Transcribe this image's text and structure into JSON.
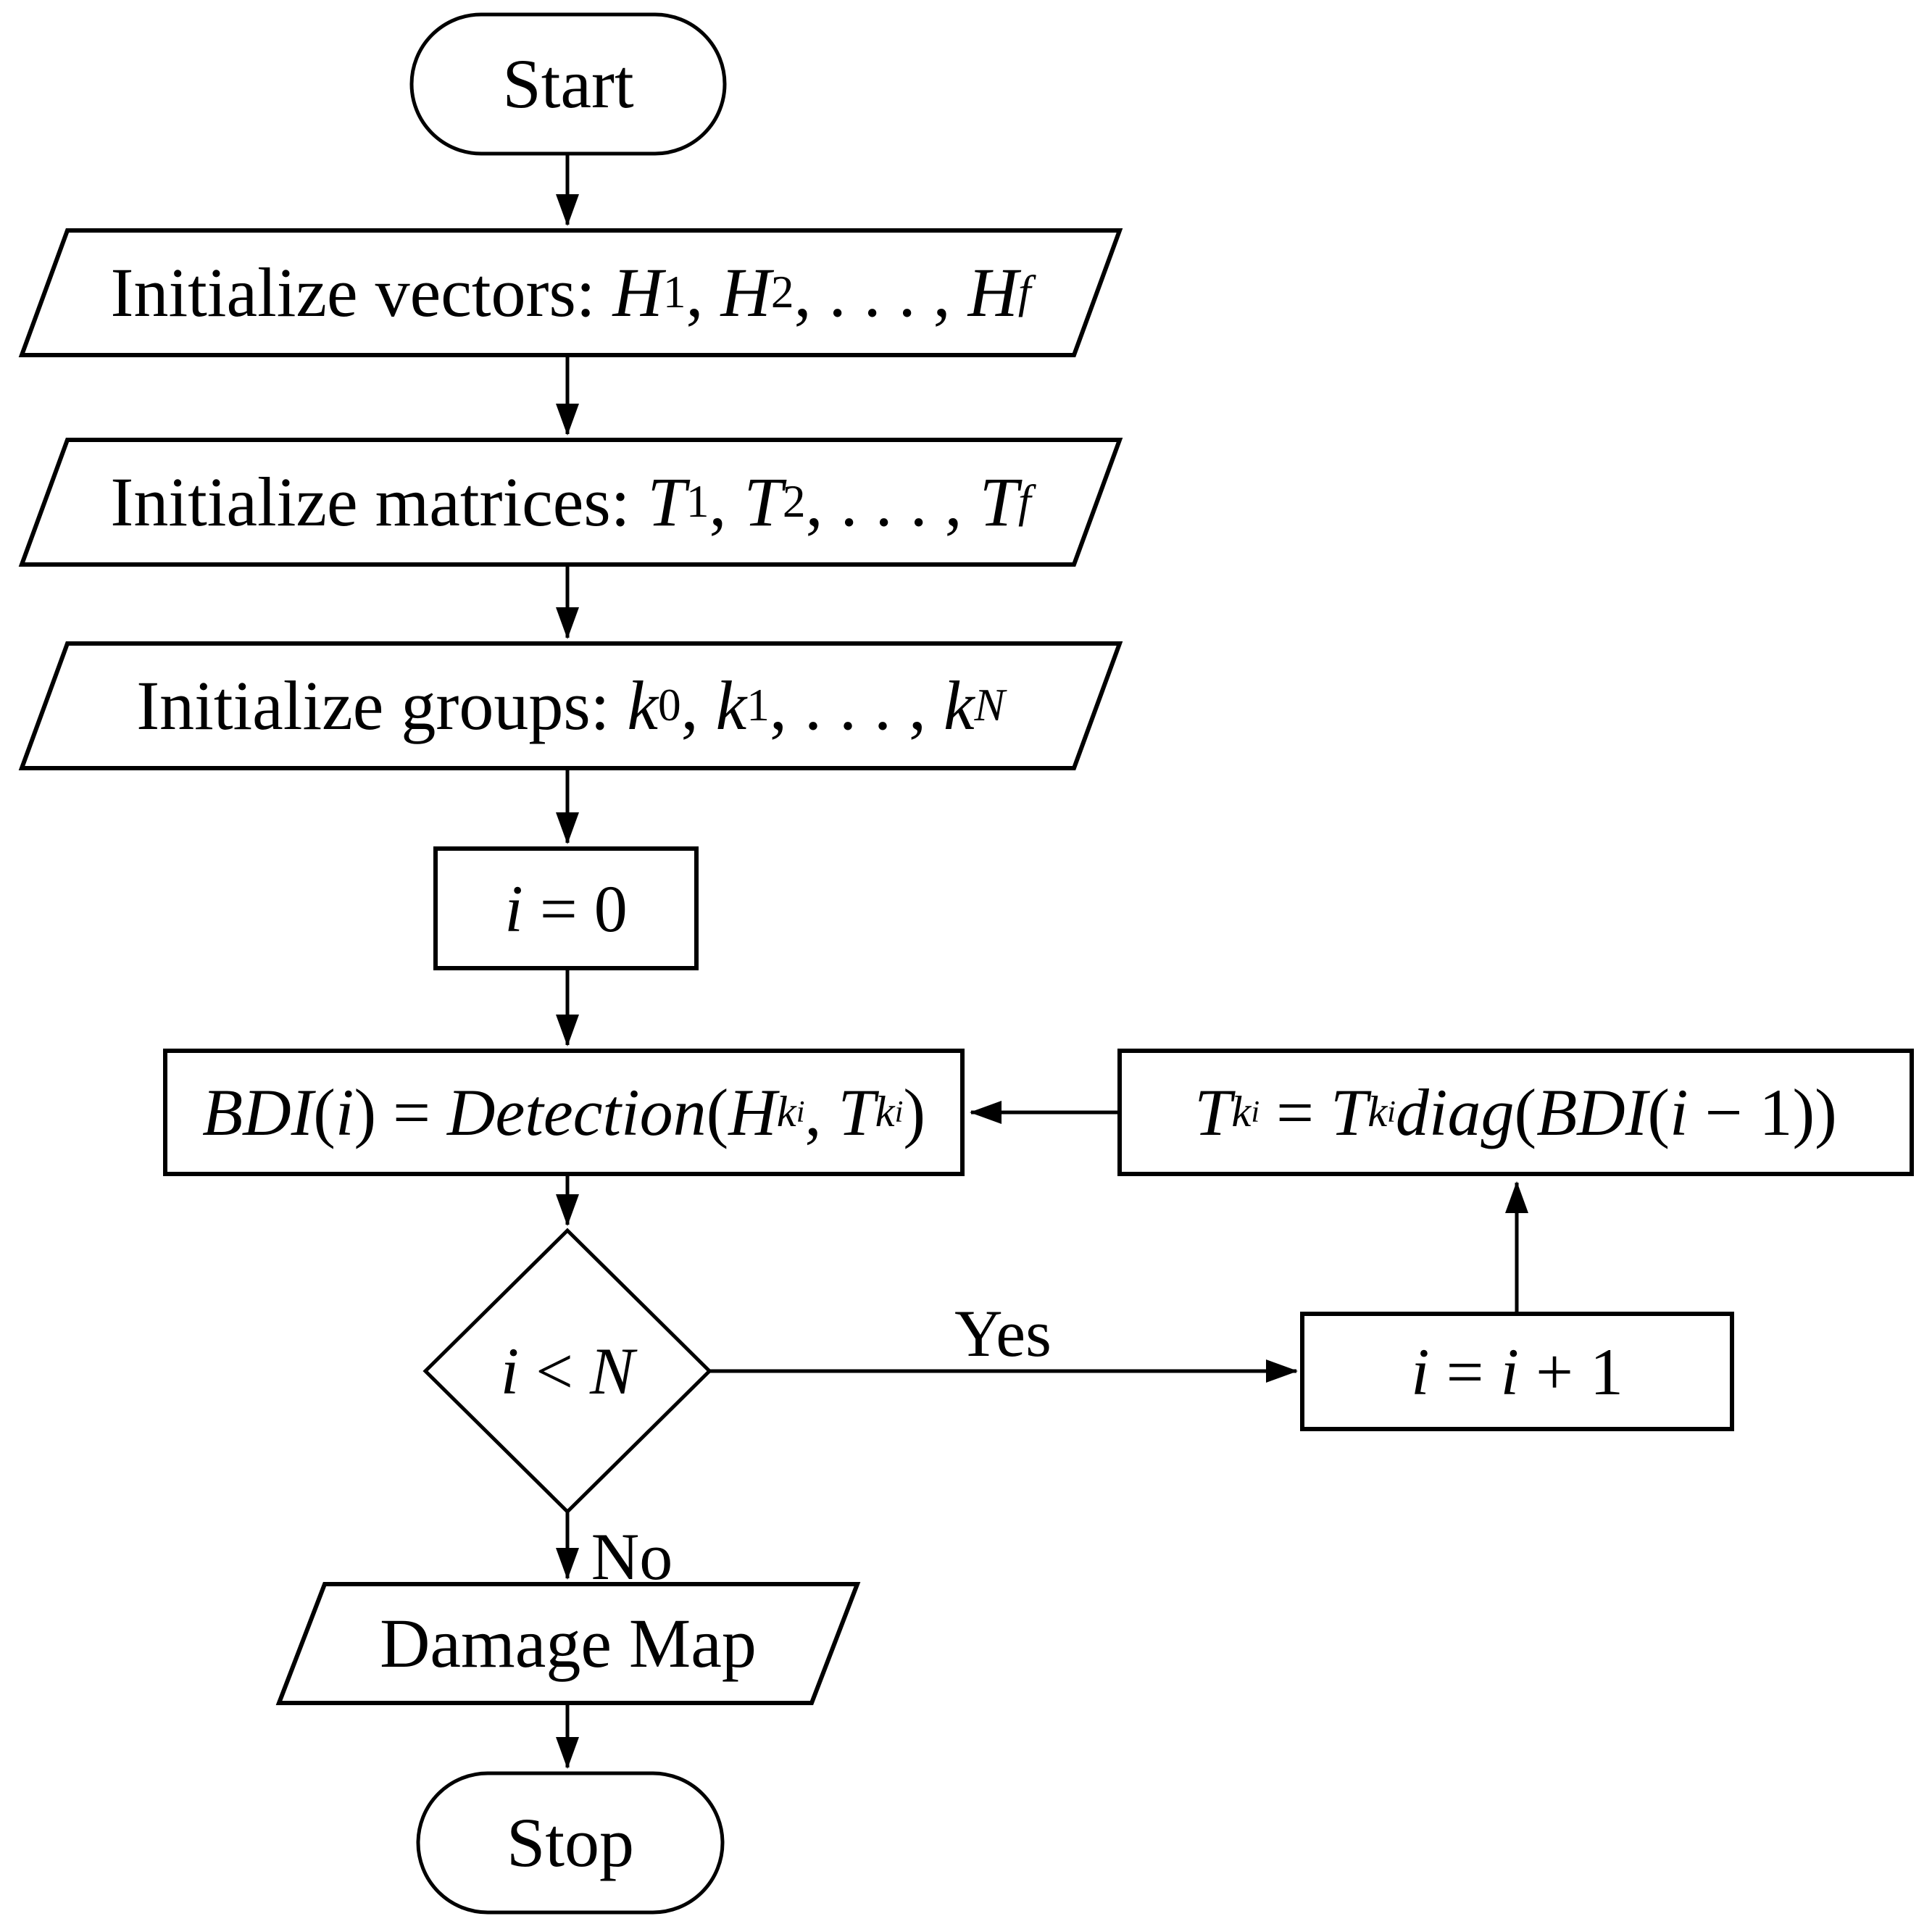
{
  "figure": {
    "kind": "flowchart",
    "background_color": "#ffffff",
    "line_color": "#000000",
    "text_color": "#000000"
  },
  "nodes": [
    {
      "id": "start",
      "shape": "terminator",
      "label": "Start"
    },
    {
      "id": "init-vectors",
      "shape": "parallelogram",
      "text": "Initialize vectors: H1, H2, . . . , Hf",
      "segments": [
        {
          "t": "Initialize vectors: ",
          "s": "rm"
        },
        {
          "t": "H",
          "s": "it"
        },
        {
          "t": "1",
          "s": "sub"
        },
        {
          "t": ", ",
          "s": "rm"
        },
        {
          "t": "H",
          "s": "it"
        },
        {
          "t": "2",
          "s": "sub"
        },
        {
          "t": ", . . . , ",
          "s": "rm"
        },
        {
          "t": "H",
          "s": "it"
        },
        {
          "t": "f",
          "s": "isub"
        }
      ]
    },
    {
      "id": "init-matrices",
      "shape": "parallelogram",
      "text": "Initialize matrices: T1, T2, . . . , Tf",
      "segments": [
        {
          "t": "Initialize matrices: ",
          "s": "rm"
        },
        {
          "t": "T",
          "s": "it"
        },
        {
          "t": "1",
          "s": "sub"
        },
        {
          "t": ", ",
          "s": "rm"
        },
        {
          "t": "T",
          "s": "it"
        },
        {
          "t": "2",
          "s": "sub"
        },
        {
          "t": ", . . . , ",
          "s": "rm"
        },
        {
          "t": "T",
          "s": "it"
        },
        {
          "t": "f",
          "s": "isub"
        }
      ]
    },
    {
      "id": "init-groups",
      "shape": "parallelogram",
      "text": "Initialize groups: k0, k1, . . . , kN",
      "segments": [
        {
          "t": "Initialize groups: ",
          "s": "rm"
        },
        {
          "t": "k",
          "s": "it"
        },
        {
          "t": "0",
          "s": "sub"
        },
        {
          "t": ", ",
          "s": "rm"
        },
        {
          "t": "k",
          "s": "it"
        },
        {
          "t": "1",
          "s": "sub"
        },
        {
          "t": ", . . . , ",
          "s": "rm"
        },
        {
          "t": "k",
          "s": "it"
        },
        {
          "t": "N",
          "s": "isub"
        }
      ]
    },
    {
      "id": "set-i-zero",
      "shape": "process",
      "text": "i = 0",
      "segments": [
        {
          "t": "i",
          "s": "it"
        },
        {
          "t": " = 0",
          "s": "rm"
        }
      ]
    },
    {
      "id": "bdi-detection",
      "shape": "process",
      "text": "BDI(i) = Detection(Hki, Tki)",
      "segments": [
        {
          "t": "BDI",
          "s": "it"
        },
        {
          "t": "(",
          "s": "rm"
        },
        {
          "t": "i",
          "s": "it"
        },
        {
          "t": ") = ",
          "s": "rm"
        },
        {
          "t": "Detection",
          "s": "it"
        },
        {
          "t": "(",
          "s": "rm"
        },
        {
          "t": "H",
          "s": "it"
        },
        {
          "t": "k",
          "s": "isub"
        },
        {
          "t": "i",
          "s": "isub2"
        },
        {
          "t": ", ",
          "s": "rm"
        },
        {
          "t": "T",
          "s": "it"
        },
        {
          "t": "k",
          "s": "isub"
        },
        {
          "t": "i",
          "s": "isub2"
        },
        {
          "t": ")",
          "s": "rm"
        }
      ]
    },
    {
      "id": "decision-i-lt-n",
      "shape": "decision",
      "text": "i < N",
      "segments": [
        {
          "t": "i",
          "s": "it"
        },
        {
          "t": " < ",
          "s": "rm"
        },
        {
          "t": "N",
          "s": "it"
        }
      ]
    },
    {
      "id": "increment-i",
      "shape": "process",
      "text": "i = i + 1",
      "segments": [
        {
          "t": "i",
          "s": "it"
        },
        {
          "t": " = ",
          "s": "rm"
        },
        {
          "t": "i",
          "s": "it"
        },
        {
          "t": " + 1",
          "s": "rm"
        }
      ]
    },
    {
      "id": "update-t",
      "shape": "process",
      "text": "Tki = Tki diag(BDI(i − 1))",
      "segments": [
        {
          "t": "T",
          "s": "it"
        },
        {
          "t": "k",
          "s": "isub"
        },
        {
          "t": "i",
          "s": "isub2"
        },
        {
          "t": " = ",
          "s": "rm"
        },
        {
          "t": "T",
          "s": "it"
        },
        {
          "t": "k",
          "s": "isub"
        },
        {
          "t": "i",
          "s": "isub2"
        },
        {
          "t": "diag",
          "s": "it"
        },
        {
          "t": "(",
          "s": "rm"
        },
        {
          "t": "BDI",
          "s": "it"
        },
        {
          "t": "(",
          "s": "rm"
        },
        {
          "t": "i",
          "s": "it"
        },
        {
          "t": " − 1",
          "s": "rm"
        },
        {
          "t": "))",
          "s": "rm"
        }
      ]
    },
    {
      "id": "damage-map",
      "shape": "parallelogram",
      "label": "Damage Map"
    },
    {
      "id": "stop",
      "shape": "terminator",
      "label": "Stop"
    }
  ],
  "edge_labels": {
    "yes": "Yes",
    "no": "No"
  }
}
